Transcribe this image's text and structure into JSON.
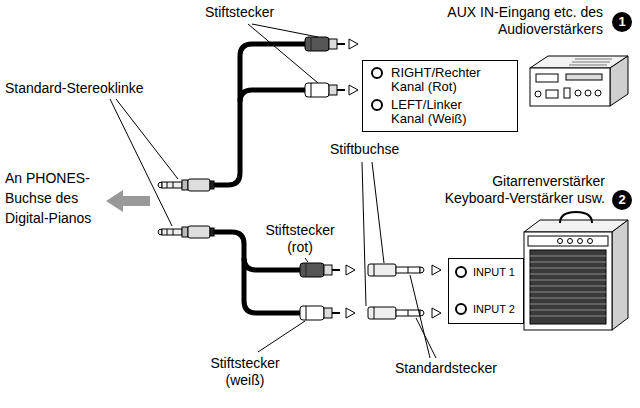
{
  "diagram": {
    "nodes": [
      {
        "text": [
          "RIGHT/Rechter Kanal (Rot)",
          "LEFT/Linker Kanal (Weiß)"
        ]
      },
      {
        "text": [
          "INPUT 1",
          "INPUT 2"
        ]
      }
    ],
    "labels": [
      "Stiftstecker",
      "AUX IN-Eingang etc. des Audioverstärkers",
      "1",
      "Standard-Stereoklinke",
      "An PHONES-Buchse des Digital-Pianos",
      "Stiftbuchse",
      "Gitarrenverstärker Keyboard-Verstärker usw.",
      "2",
      "Stiftstecker (rot)",
      "Stiftstecker (weiß)",
      "Standardstecker"
    ]
  }
}
